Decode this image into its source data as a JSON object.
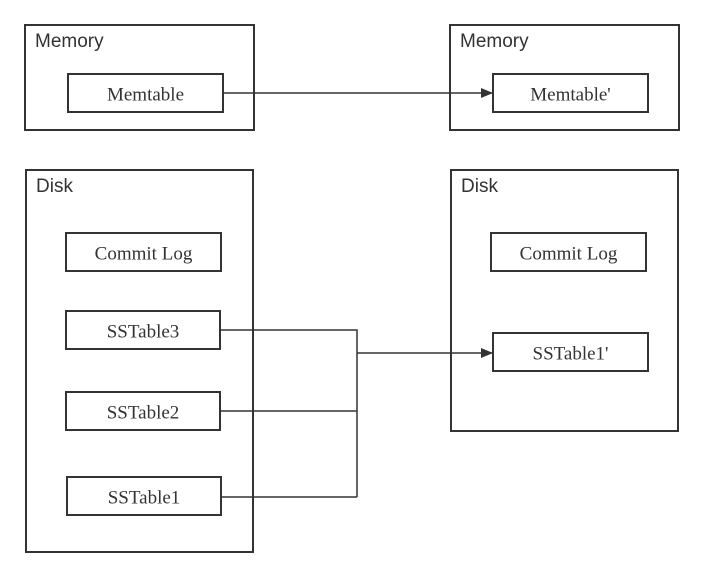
{
  "containers": {
    "memory_left": {
      "label": "Memory"
    },
    "memory_right": {
      "label": "Memory"
    },
    "disk_left": {
      "label": "Disk"
    },
    "disk_right": {
      "label": "Disk"
    }
  },
  "nodes": {
    "memtable": {
      "label": "Memtable"
    },
    "memtable_new": {
      "label": "Memtable'"
    },
    "commit_log_left": {
      "label": "Commit Log"
    },
    "commit_log_right": {
      "label": "Commit Log"
    },
    "sstable3": {
      "label": "SSTable3"
    },
    "sstable2": {
      "label": "SSTable2"
    },
    "sstable1": {
      "label": "SSTable1"
    },
    "sstable1_new": {
      "label": "SSTable1'"
    }
  },
  "edges": [
    {
      "from": "memtable",
      "to": "memtable_new"
    },
    {
      "from": "sstable3",
      "to": "sstable1_new"
    },
    {
      "from": "sstable2",
      "to": "sstable1_new"
    },
    {
      "from": "sstable1",
      "to": "sstable1_new"
    }
  ],
  "colors": {
    "stroke": "#333333",
    "text": "#333333",
    "background": "#ffffff"
  }
}
